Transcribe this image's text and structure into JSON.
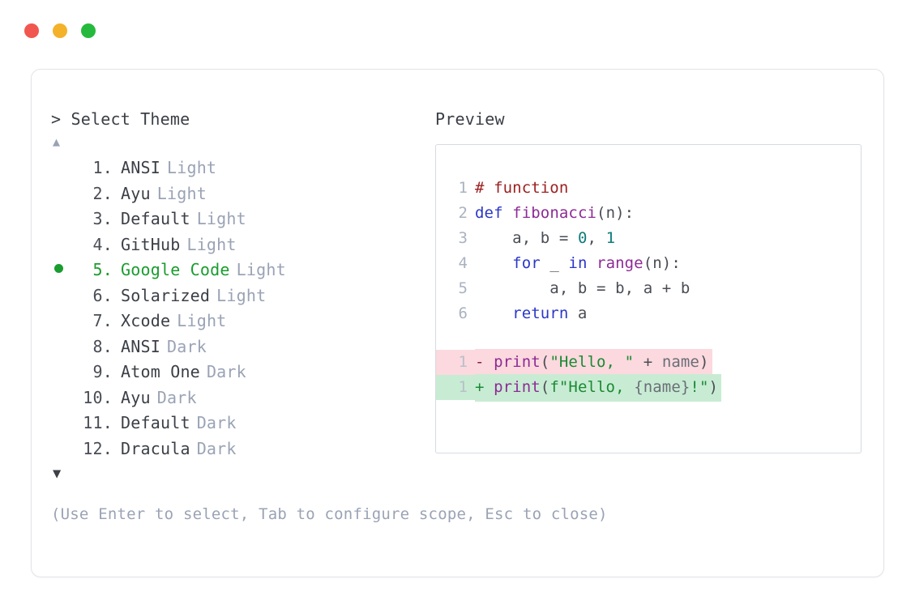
{
  "window": {
    "traffic_lights": [
      {
        "name": "close-button",
        "color": "#f1564f"
      },
      {
        "name": "minimize-button",
        "color": "#f3b229"
      },
      {
        "name": "maximize-button",
        "color": "#25ba3d"
      }
    ]
  },
  "left": {
    "prompt_caret": ">",
    "prompt_title": "Select Theme",
    "scroll_up": "▲",
    "scroll_down": "▼",
    "selected_index": 5,
    "items": [
      {
        "num": "1.",
        "bullet": "",
        "name": "ANSI",
        "variant": "Light"
      },
      {
        "num": "2.",
        "bullet": "",
        "name": "Ayu",
        "variant": "Light"
      },
      {
        "num": "3.",
        "bullet": "",
        "name": "Default",
        "variant": "Light"
      },
      {
        "num": "4.",
        "bullet": "",
        "name": "GitHub",
        "variant": "Light"
      },
      {
        "num": "5.",
        "bullet": "●",
        "name": "Google Code",
        "variant": "Light"
      },
      {
        "num": "6.",
        "bullet": "",
        "name": "Solarized",
        "variant": "Light"
      },
      {
        "num": "7.",
        "bullet": "",
        "name": "Xcode",
        "variant": "Light"
      },
      {
        "num": "8.",
        "bullet": "",
        "name": "ANSI",
        "variant": "Dark"
      },
      {
        "num": "9.",
        "bullet": "",
        "name": "Atom One",
        "variant": "Dark"
      },
      {
        "num": "10.",
        "bullet": "",
        "name": "Ayu",
        "variant": "Dark"
      },
      {
        "num": "11.",
        "bullet": "",
        "name": "Default",
        "variant": "Dark"
      },
      {
        "num": "12.",
        "bullet": "",
        "name": "Dracula",
        "variant": "Dark"
      }
    ],
    "hint": "(Use Enter to select, Tab to configure scope, Esc to close)"
  },
  "right": {
    "preview_label": "Preview",
    "code_lines": [
      {
        "ln": "1",
        "tokens": [
          {
            "c": "t-comment",
            "t": "# function"
          }
        ]
      },
      {
        "ln": "2",
        "tokens": [
          {
            "c": "t-keyword",
            "t": "def"
          },
          {
            "c": "t-plain",
            "t": " "
          },
          {
            "c": "t-func",
            "t": "fibonacci"
          },
          {
            "c": "t-punct",
            "t": "(n):"
          }
        ]
      },
      {
        "ln": "3",
        "tokens": [
          {
            "c": "t-plain",
            "t": "    a, b = "
          },
          {
            "c": "t-number",
            "t": "0"
          },
          {
            "c": "t-plain",
            "t": ", "
          },
          {
            "c": "t-number",
            "t": "1"
          }
        ]
      },
      {
        "ln": "4",
        "tokens": [
          {
            "c": "t-plain",
            "t": "    "
          },
          {
            "c": "t-keyword",
            "t": "for"
          },
          {
            "c": "t-plain",
            "t": " _ "
          },
          {
            "c": "t-keyword",
            "t": "in"
          },
          {
            "c": "t-plain",
            "t": " "
          },
          {
            "c": "t-builtin",
            "t": "range"
          },
          {
            "c": "t-punct",
            "t": "(n):"
          }
        ]
      },
      {
        "ln": "5",
        "tokens": [
          {
            "c": "t-plain",
            "t": "        a, b = b, a + b"
          }
        ]
      },
      {
        "ln": "6",
        "tokens": [
          {
            "c": "t-plain",
            "t": "    "
          },
          {
            "c": "t-keyword",
            "t": "return"
          },
          {
            "c": "t-plain",
            "t": " a"
          }
        ]
      }
    ],
    "diff_lines": [
      {
        "ln": "1",
        "kind": "del",
        "marker": "-",
        "tokens": [
          {
            "c": "t-func",
            "t": "print"
          },
          {
            "c": "t-punct",
            "t": "("
          },
          {
            "c": "t-string",
            "t": "\"Hello, \""
          },
          {
            "c": "t-plain",
            "t": " + "
          },
          {
            "c": "t-var",
            "t": "name"
          },
          {
            "c": "t-punct",
            "t": ")"
          }
        ]
      },
      {
        "ln": "1",
        "kind": "add",
        "marker": "+",
        "tokens": [
          {
            "c": "t-func",
            "t": "print"
          },
          {
            "c": "t-punct",
            "t": "("
          },
          {
            "c": "t-string",
            "t": "f\"Hello, "
          },
          {
            "c": "t-var",
            "t": "{name}"
          },
          {
            "c": "t-string",
            "t": "!\""
          },
          {
            "c": "t-punct",
            "t": ")"
          }
        ]
      }
    ]
  },
  "colors": {
    "accent_green": "#1a9c2e",
    "muted": "#9aa3b5",
    "diff_del_bg": "#fbd9de",
    "diff_add_bg": "#c8ecd3",
    "card_border": "#e3e4e8",
    "preview_border": "#d6dae2"
  }
}
